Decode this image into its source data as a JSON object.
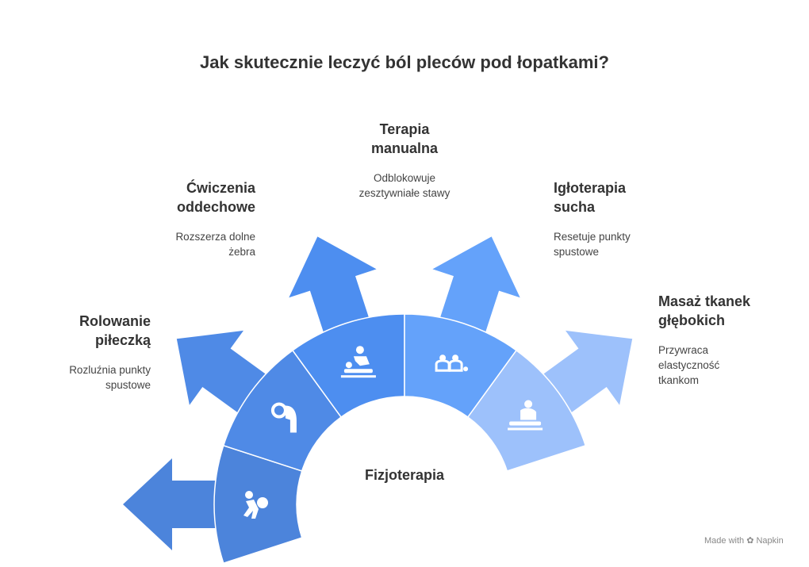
{
  "title": "Jak skutecznie leczyć ból pleców pod łopatkami?",
  "center": {
    "label": "Fizjoterapia"
  },
  "branches": [
    {
      "heading": "Rolowanie piłeczką",
      "heading_lines": [
        "Rolowanie",
        "piłeczką"
      ],
      "desc_lines": [
        "Rozluźnia punkty",
        "spustowe"
      ],
      "icon": "person-ball-icon",
      "color": "#4C84DB"
    },
    {
      "heading": "Ćwiczenia oddechowe",
      "heading_lines": [
        "Ćwiczenia",
        "oddechowe"
      ],
      "desc_lines": [
        "Rozszerza dolne",
        "żebra"
      ],
      "icon": "stretching-person-icon",
      "color": "#4F8AE6"
    },
    {
      "heading": "Terapia manualna",
      "heading_lines": [
        "Terapia",
        "manualna"
      ],
      "desc_lines": [
        "Odblokowuje",
        "zesztywniałe stawy"
      ],
      "icon": "manual-therapy-icon",
      "color": "#4D8EF0"
    },
    {
      "heading": "Igłoterapia sucha",
      "heading_lines": [
        "Igłoterapia",
        "sucha"
      ],
      "desc_lines": [
        "Resetuje punkty",
        "spustowe"
      ],
      "icon": "acupuncture-icon",
      "color": "#64A2FA"
    },
    {
      "heading": "Masaż tkanek głębokich",
      "heading_lines": [
        "Masaż tkanek",
        "głębokich"
      ],
      "desc_lines": [
        "Przywraca",
        "elastyczność",
        "tkankom"
      ],
      "icon": "massage-icon",
      "color": "#9DC1FB"
    }
  ],
  "footer": {
    "made_with": "Made with",
    "brand": "Napkin"
  }
}
